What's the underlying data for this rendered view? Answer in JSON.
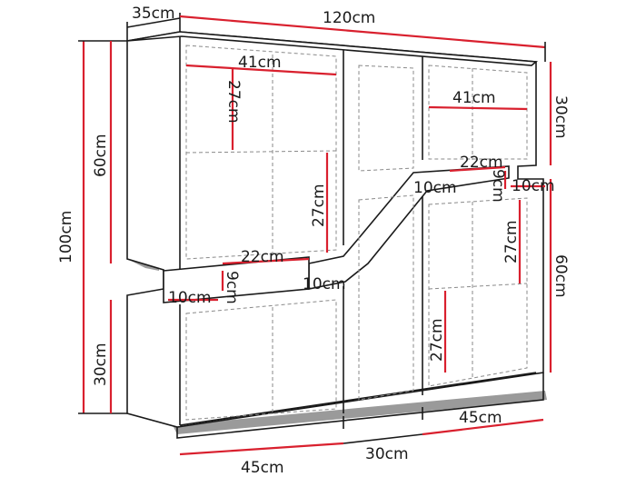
{
  "dimensions": {
    "depth": "35cm",
    "total_width": "120cm",
    "total_height": "100cm",
    "upper_left_height": "60cm",
    "lower_left_height": "30cm",
    "upper_right_height": "30cm",
    "lower_right_height": "60cm",
    "bottom_left_width": "45cm",
    "bottom_mid_width": "30cm",
    "bottom_right_width": "45cm",
    "shelf_upper_left_width": "41cm",
    "shelf_upper_right_width": "41cm",
    "cell_upper_left_height": "27cm",
    "cell_left_mid_height": "27cm",
    "cell_right_mid_height": "27cm",
    "cell_right_low_height": "27cm",
    "step_left_width": "22cm",
    "step_right_width": "22cm",
    "step_left_depth": "9cm",
    "step_right_depth": "9cm",
    "notch_left_a": "10cm",
    "notch_left_b": "10cm",
    "notch_right_a": "10cm",
    "notch_right_b": "10cm"
  },
  "colors": {
    "measure_red": "#d9202e",
    "outline": "#1a1a1a",
    "dashed": "#8a8a8a"
  }
}
